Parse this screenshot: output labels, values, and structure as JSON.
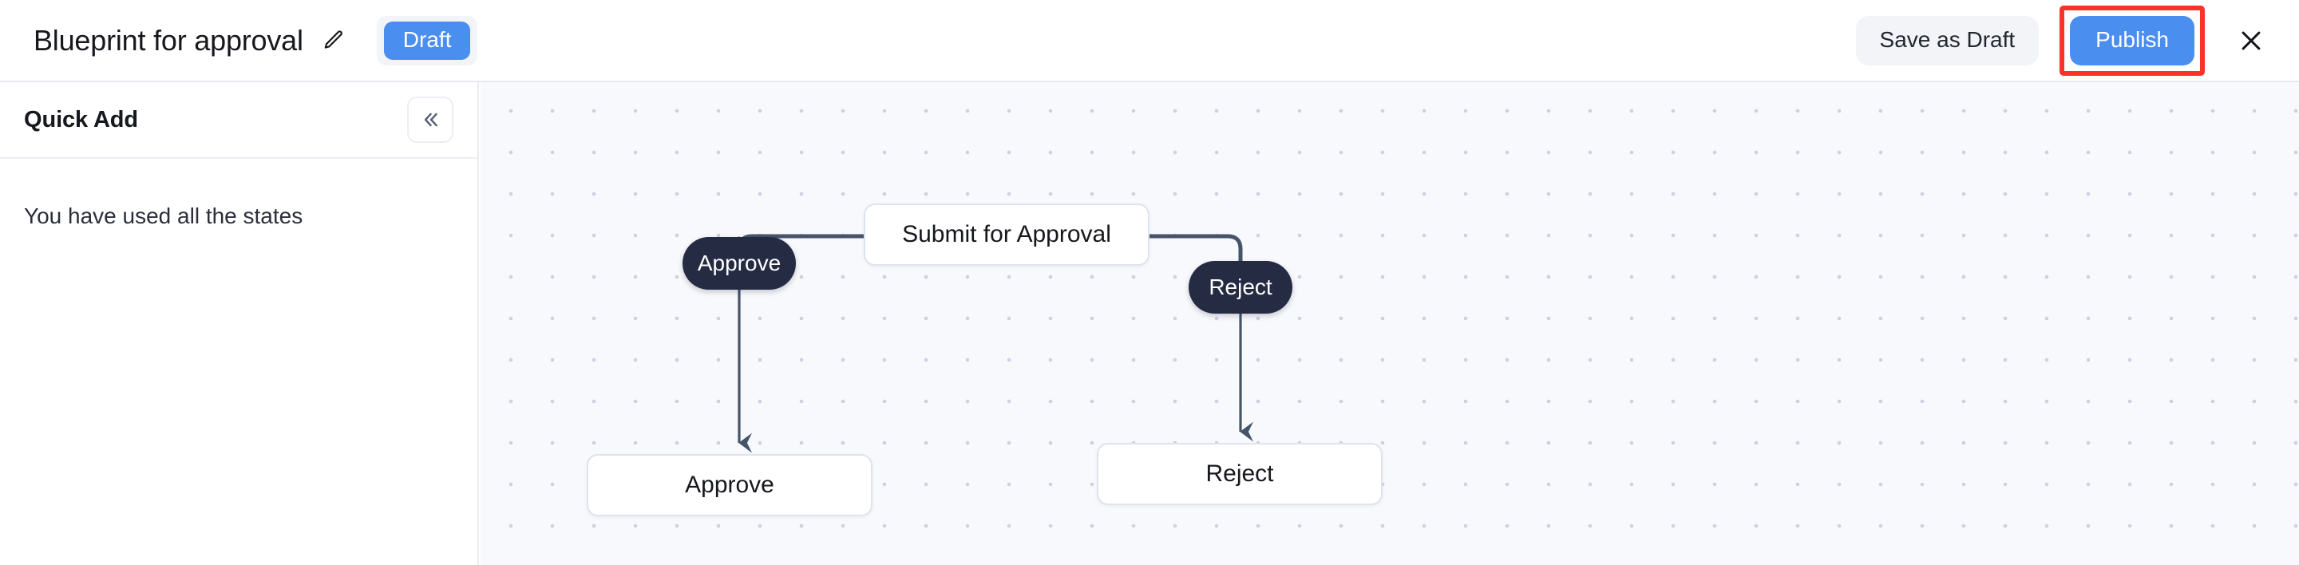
{
  "header": {
    "title": "Blueprint for approval",
    "edit_icon": "pencil-icon",
    "status_badge": "Draft",
    "save_draft_label": "Save as Draft",
    "publish_label": "Publish",
    "close_icon": "close-icon",
    "accent_color": "#4a8ef0",
    "annotation_color": "#f8332a"
  },
  "sidebar": {
    "title": "Quick Add",
    "collapse_icon": "chevron-double-left-icon",
    "empty_message": "You have used all the states"
  },
  "canvas": {
    "background_color": "#f8f9fc",
    "dot_color": "#ccd2e1",
    "edge_color": "#46546a",
    "state_nodes": [
      {
        "id": "submit",
        "label": "Submit for Approval"
      },
      {
        "id": "approve-s",
        "label": "Approve"
      },
      {
        "id": "reject-s",
        "label": "Reject"
      }
    ],
    "transition_nodes": [
      {
        "id": "approve-t",
        "label": "Approve",
        "color": "#252b42"
      },
      {
        "id": "reject-t",
        "label": "Reject",
        "color": "#252b42"
      }
    ],
    "edges": [
      {
        "from": "submit",
        "via": "approve-t",
        "to": "approve-s"
      },
      {
        "from": "submit",
        "via": "reject-t",
        "to": "reject-s"
      }
    ]
  }
}
